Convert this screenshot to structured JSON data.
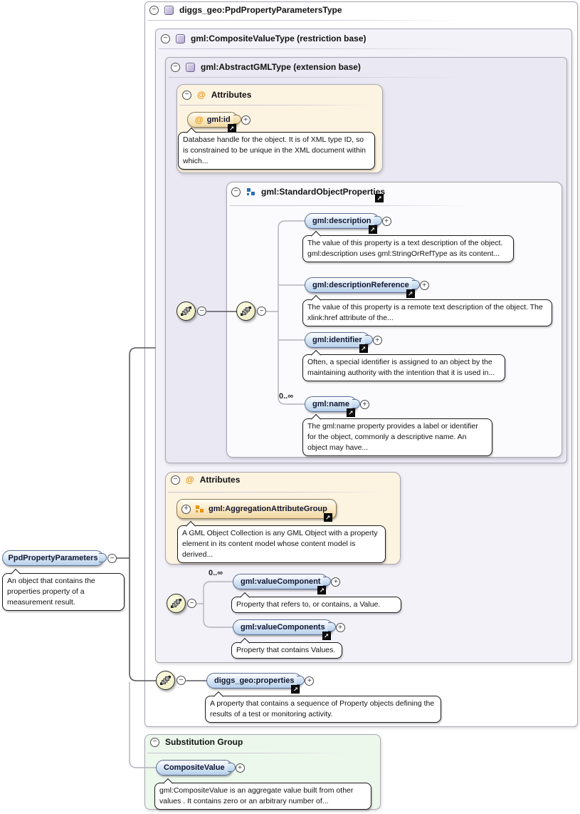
{
  "icons": {
    "minus": "−",
    "plus": "+",
    "at": "@",
    "link": "↗"
  },
  "colors": {
    "element_chip_blue": "#b6cfe9",
    "attribute_chip_cream": "#f1d8a2",
    "type_box_lavender": "#eae8f2",
    "substitution_green": "#edf8ed",
    "group_icon_blue": "#2a6db8",
    "group_icon_orange": "#e8920a"
  },
  "root_type": {
    "title": "diggs_geo:PpdPropertyParametersType"
  },
  "composite_value_type": {
    "title": "gml:CompositeValueType (restriction base)"
  },
  "abstract_gml_type": {
    "title": "gml:AbstractGMLType (extension base)"
  },
  "gml_attributes": {
    "title": "Attributes",
    "gml_id": {
      "label": "gml:id",
      "doc": "Database handle for the object. It is of XML type ID, so is constrained to be unique in the XML document within which..."
    }
  },
  "standard_object_properties": {
    "title": "gml:StandardObjectProperties",
    "description": {
      "label": "gml:description",
      "doc": "The value of this property is a text description of the object. gml:description uses gml:StringOrRefType as its content..."
    },
    "description_reference": {
      "label": "gml:descriptionReference",
      "doc": "The value of this property is a remote text description of the object. The xlink:href attribute of the..."
    },
    "identifier": {
      "label": "gml:identifier",
      "doc": "Often, a special identifier is assigned to an object by the maintaining authority with the intention that it is used in..."
    },
    "name": {
      "label": "gml:name",
      "cardinality": "0..∞",
      "doc": "The gml:name property provides a label or identifier for the object, commonly a descriptive name. An object may have..."
    }
  },
  "aggregation_attributes": {
    "title": "Attributes",
    "group": {
      "label": "gml:AggregationAttributeGroup",
      "doc": "A GML Object Collection is any GML Object with a property element in its content model whose content model is derived..."
    }
  },
  "value_sequence": {
    "value_component": {
      "label": "gml:valueComponent",
      "cardinality": "0..∞",
      "doc": "Property that refers to, or contains, a Value."
    },
    "value_components": {
      "label": "gml:valueComponents",
      "doc": "Property that contains Values."
    }
  },
  "properties_element": {
    "label": "diggs_geo:properties",
    "doc": "A property that contains a sequence of Property objects defining the results of a test or monitoring activity."
  },
  "root_element": {
    "label": "PpdPropertyParameters",
    "doc": "An object that contains the properties property of a measurement result."
  },
  "substitution_group": {
    "title": "Substitution Group",
    "composite_value": {
      "label": "CompositeValue",
      "doc": "gml:CompositeValue is an aggregate value built from other values . It contains zero or an arbitrary number of..."
    }
  }
}
